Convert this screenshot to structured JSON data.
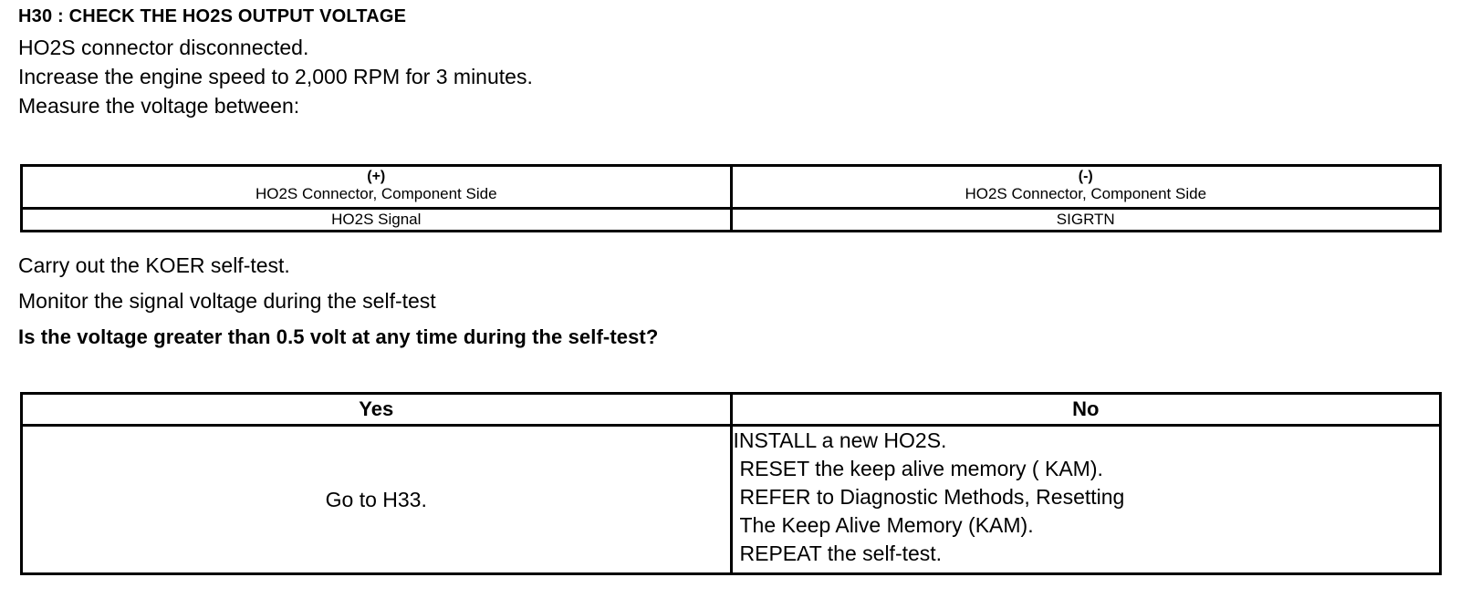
{
  "document": {
    "step_title": "H30 : CHECK THE HO2S OUTPUT VOLTAGE",
    "intro_lines": [
      "HO2S connector disconnected.",
      "Increase the engine speed to 2,000 RPM for 3 minutes.",
      "Measure the voltage between:"
    ],
    "mid_lines": [
      "Carry out the KOER self-test.",
      "Monitor the signal voltage during the self-test"
    ],
    "question": "Is the voltage greater than 0.5 volt at any time during the self-test?"
  },
  "connector_table": {
    "columns": [
      {
        "polarity": "(+)",
        "location": "HO2S Connector, Component Side",
        "circuit": "HO2S Signal"
      },
      {
        "polarity": "(-)",
        "location": "HO2S Connector, Component Side",
        "circuit": "SIGRTN"
      }
    ]
  },
  "decision_table": {
    "headers": {
      "yes": "Yes",
      "no": "No"
    },
    "yes_action": "Go to H33.",
    "no_actions": [
      "INSTALL a new HO2S.",
      "RESET the keep alive memory ( KAM).",
      "REFER to  Diagnostic Methods, Resetting",
      "The Keep Alive Memory (KAM).",
      "REPEAT the self-test."
    ]
  },
  "colors": {
    "ink": "#000000",
    "paper": "#ffffff"
  }
}
